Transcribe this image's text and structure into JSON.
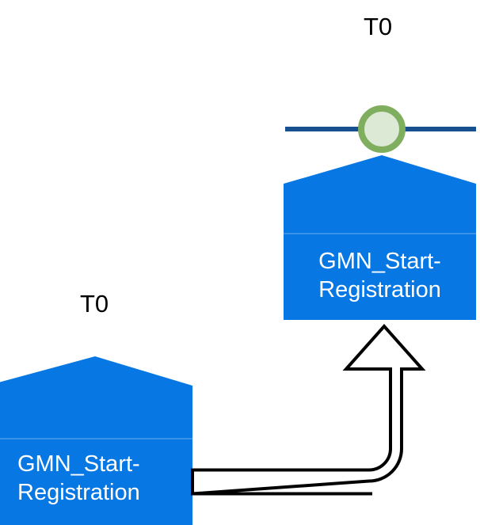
{
  "diagram": {
    "type": "message-flow-diagram",
    "background_color": "#ffffff",
    "palette": {
      "node_fill": "#0677E3",
      "node_divider": "#3A92E8",
      "lifeline_stroke": "#17508F",
      "event_ring": "#7FAE5E",
      "event_fill": "#DCE9D5",
      "arrow_stroke": "#000000",
      "arrow_fill": "#ffffff",
      "label_color": "#000000",
      "node_text_color": "#ffffff"
    },
    "nodes": [
      {
        "id": "node-top",
        "name": "GMN_Start-Registration",
        "label_line_1": "GMN_Start-",
        "label_line_2": "Registration",
        "text": "GMN_Start-\nRegistration",
        "timeline_label": "T0",
        "shape": "pentagon-home-plate",
        "has_event_marker": true,
        "has_lifeline": true
      },
      {
        "id": "node-bottom",
        "name": "GMN_Start-Registration",
        "label_line_1": "GMN_Start-",
        "label_line_2": "Registration",
        "text": "GMN_Start-\nRegistration",
        "timeline_label": "T0",
        "shape": "pentagon-home-plate",
        "has_event_marker": false,
        "has_lifeline": false
      }
    ],
    "connector": {
      "id": "flow-arrow",
      "style": "block-arrow-hollow",
      "direction": "up",
      "from": "node-bottom",
      "to": "node-top",
      "label": ""
    }
  }
}
